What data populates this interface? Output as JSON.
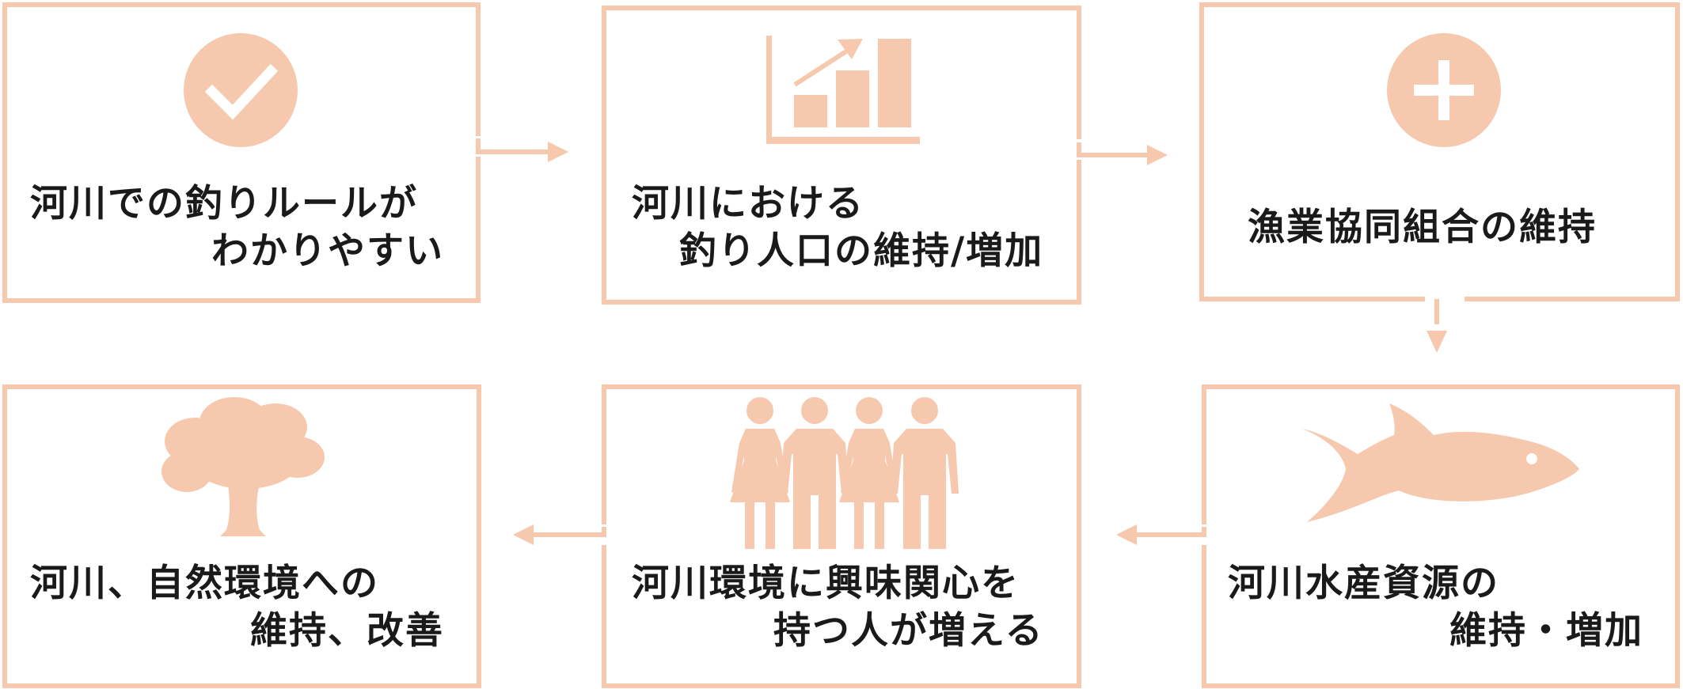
{
  "colors": {
    "accent": "#f6c8ad",
    "text": "#1a1a1a",
    "background": "#ffffff"
  },
  "steps": [
    {
      "icon": "checkmark-circle-icon",
      "lines": [
        "河川での釣りルールが",
        "わかりやすい"
      ]
    },
    {
      "icon": "growth-chart-icon",
      "lines": [
        "河川における",
        "釣り人口の維持/増加"
      ]
    },
    {
      "icon": "plus-circle-icon",
      "lines": [
        "漁業協同組合の維持"
      ]
    },
    {
      "icon": "fish-icon",
      "lines": [
        "河川水産資源の",
        "維持・増加"
      ]
    },
    {
      "icon": "people-group-icon",
      "lines": [
        "河川環境に興味関心を",
        "持つ人が増える"
      ]
    },
    {
      "icon": "tree-icon",
      "lines": [
        "河川、自然環境への",
        "維持、改善"
      ]
    }
  ]
}
